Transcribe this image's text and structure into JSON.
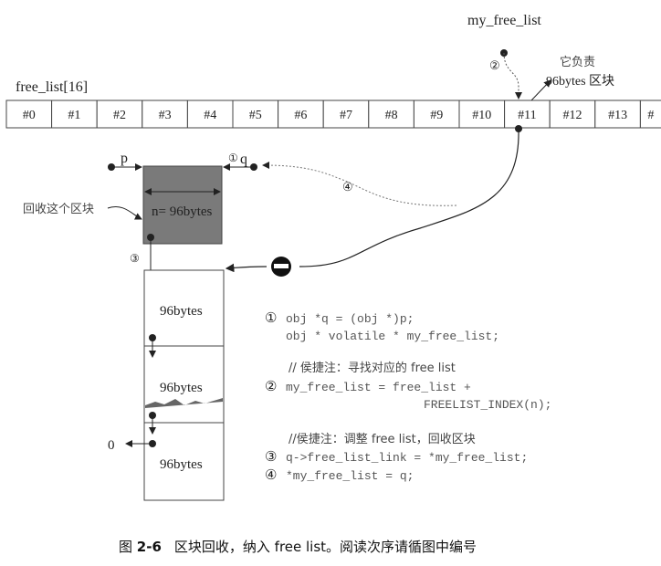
{
  "pointer_label": "my_free_list",
  "array_label": "free_list[16]",
  "array_cells": [
    "#0",
    "#1",
    "#2",
    "#3",
    "#4",
    "#5",
    "#6",
    "#7",
    "#8",
    "#9",
    "#10",
    "#11",
    "#12",
    "#13",
    "#"
  ],
  "note_line1": "它负责",
  "note_line2": "96bytes 区块",
  "p_label": "p",
  "q_label": "q",
  "reclaim_label": "回收这个区块",
  "block_size_label": "n= 96bytes",
  "chunk_labels": [
    "96bytes",
    "96bytes",
    "96bytes"
  ],
  "null_label": "0",
  "step_markers": [
    "①",
    "②",
    "③",
    "④"
  ],
  "code": {
    "line1": "obj *q = (obj *)p;",
    "line2": "obj * volatile * my_free_list;",
    "comment1": "// 侯捷注：寻找对应的 free list",
    "line3": "my_free_list = free_list +",
    "line4": "FREELIST_INDEX(n);",
    "comment2": "//侯捷注：调整 free list，回收区块",
    "line5": "q->free_list_link = *my_free_list;",
    "line6": "*my_free_list = q;"
  },
  "caption": {
    "prefix": "图 ",
    "number": "2-6",
    "text": "区块回收，纳入 free list。阅读次序请循图中编号"
  }
}
